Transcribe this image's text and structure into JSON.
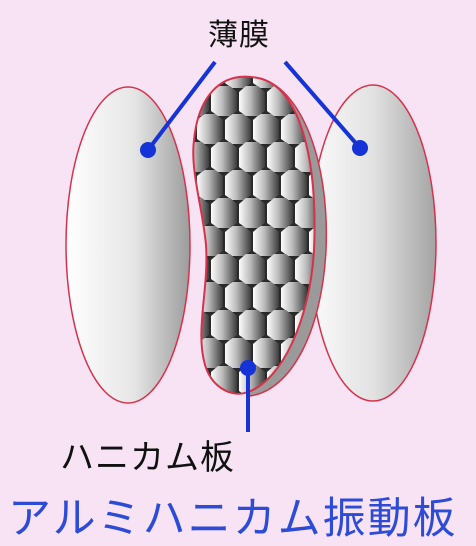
{
  "labels": {
    "film": "薄膜",
    "honeycomb_plate": "ハニカム板"
  },
  "caption": "アルミハニカム振動板",
  "colors": {
    "background": "#f7e3f4",
    "caption": "#2c4bd6",
    "leader": "#1533d6",
    "outline": "#d8324a"
  }
}
